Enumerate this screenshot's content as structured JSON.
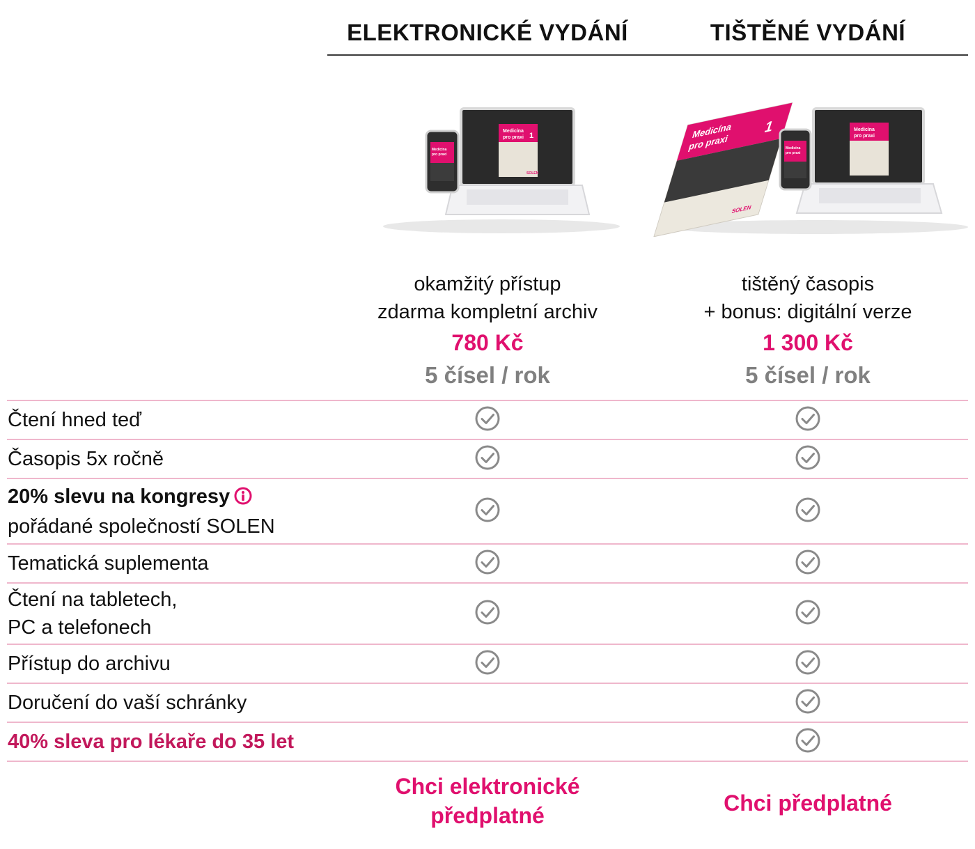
{
  "columns": {
    "electronic": {
      "heading": "ELEKTRONICKÉ VYDÁNÍ",
      "desc_line1": "okamžitý přístup",
      "desc_line2": "zdarma kompletní archiv",
      "price": "780 Kč",
      "frequency": "5 čísel / rok",
      "cta_line1": "Chci elektronické",
      "cta_line2": "předplatné"
    },
    "print": {
      "heading": "TIŠTĚNÉ VYDÁNÍ",
      "desc_line1": "tištěný časopis",
      "desc_line2": "+ bonus: digitální verze",
      "price": "1 300 Kč",
      "frequency": "5 čísel / rok",
      "cta": "Chci předplatné"
    }
  },
  "product_image": {
    "cover_title_line1": "Medicína",
    "cover_title_line2": "pro praxi",
    "cover_number": "1",
    "publisher": "SOLEN"
  },
  "features": [
    {
      "label": "Čtení hned teď",
      "electronic": true,
      "print": true
    },
    {
      "label": "Časopis 5x ročně",
      "electronic": true,
      "print": true
    },
    {
      "label_bold": "20% slevu na kongresy",
      "label_line2": "pořádané společností SOLEN",
      "electronic": true,
      "print": true,
      "has_info": true
    },
    {
      "label": "Tematická suplementa",
      "electronic": true,
      "print": true
    },
    {
      "label_line1": "Čtení na tabletech,",
      "label_line2": "PC a telefonech",
      "electronic": true,
      "print": true
    },
    {
      "label": "Přístup do archivu",
      "electronic": true,
      "print": true
    },
    {
      "label": "Doručení do vaší schránky",
      "electronic": false,
      "print": true
    },
    {
      "label": "40% sleva pro lékaře do 35 let",
      "electronic": false,
      "print": true,
      "promo": true
    }
  ],
  "colors": {
    "accent": "#e0106e",
    "promo": "#c2185b",
    "divider": "#efb7cc",
    "muted": "#808080",
    "check": "#8a8a8a"
  },
  "icons": {
    "check": "check-circle-icon",
    "info": "info-circle-icon"
  }
}
